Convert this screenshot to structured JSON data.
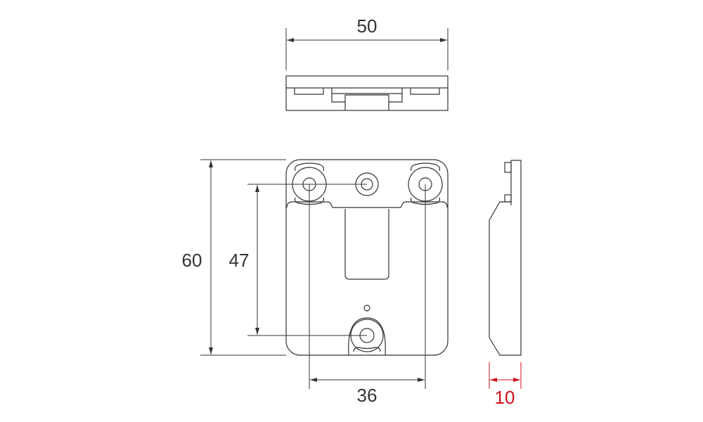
{
  "dimensions": {
    "width_top": "50",
    "height_total": "60",
    "hole_spacing_vertical": "47",
    "hole_spacing_horizontal": "36",
    "thickness": "10"
  },
  "colors": {
    "line": "#333333",
    "highlight_dimension": "#d0101e"
  }
}
